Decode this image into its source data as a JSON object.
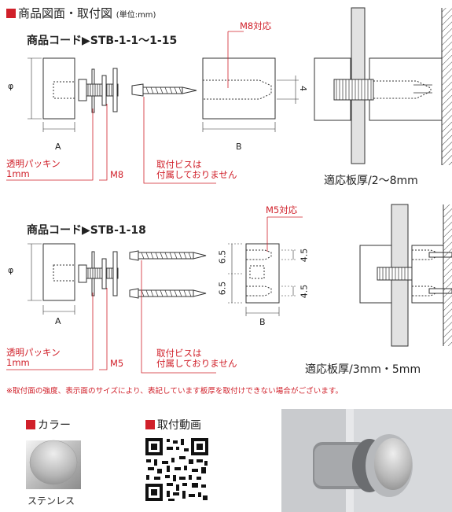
{
  "header": {
    "title": "商品図面・取付図",
    "unit": "(単位:mm)"
  },
  "product1": {
    "code": "商品コード▶STB-1-1〜1-15",
    "phi": "φ",
    "dim_a": "A",
    "dim_b": "B",
    "dim_4": "4",
    "thread_note": "M8対応",
    "packing": "透明パッキン\n1mm",
    "bolt": "M8",
    "screw": "取付ビスは\n付属しておりません",
    "thickness": "適応板厚/2〜8mm"
  },
  "product2": {
    "code": "商品コード▶STB-1-18",
    "phi": "φ",
    "dim_a": "A",
    "dim_b": "B",
    "dim_65a": "6.5",
    "dim_65b": "6.5",
    "dim_45a": "4.5",
    "dim_45b": "4.5",
    "thread_note": "M5対応",
    "packing": "透明パッキン\n1mm",
    "bolt": "M5",
    "screw": "取付ビスは\n付属しておりません",
    "thickness": "適応板厚/3mm・5mm"
  },
  "notice": "※取付面の強度、表示面のサイズにより、表記しています板厚を取付けできない場合がございます。",
  "color_section": {
    "title": "カラー",
    "swatch": "ステンレス"
  },
  "video_section": {
    "title": "取付動画"
  },
  "colors": {
    "accent": "#d0202a",
    "line": "#333333"
  }
}
